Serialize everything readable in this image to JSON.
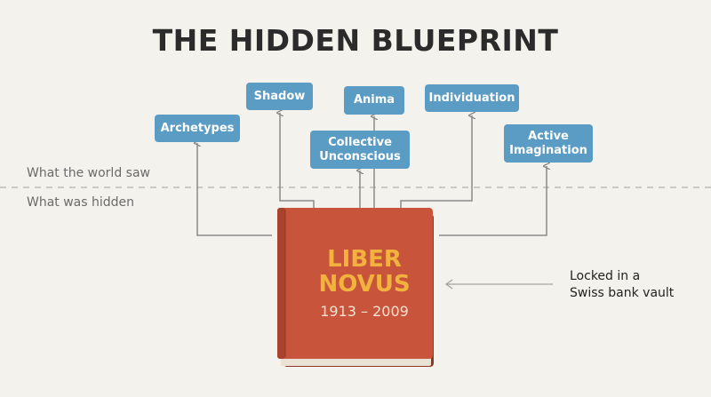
{
  "title": "THE HIDDEN BLUEPRINT",
  "zones": {
    "seen": "What the world saw",
    "hidden": "What was hidden"
  },
  "book": {
    "title_line1": "LIBER",
    "title_line2": "NOVUS",
    "years": "1913 – 2009"
  },
  "concepts": [
    {
      "label_line1": "Archetypes",
      "label_line2": ""
    },
    {
      "label_line1": "Shadow",
      "label_line2": ""
    },
    {
      "label_line1": "Collective",
      "label_line2": "Unconscious"
    },
    {
      "label_line1": "Anima",
      "label_line2": ""
    },
    {
      "label_line1": "Individuation",
      "label_line2": ""
    },
    {
      "label_line1": "Active",
      "label_line2": "Imagination"
    }
  ],
  "side_note": {
    "line1": "Locked in a",
    "line2": "Swiss bank vault"
  },
  "colors": {
    "background": "#f3f2ec",
    "node": "#5b9cc4",
    "book": "#c8553b",
    "book_title": "#f1b23e",
    "connector": "#8a8a8a"
  }
}
